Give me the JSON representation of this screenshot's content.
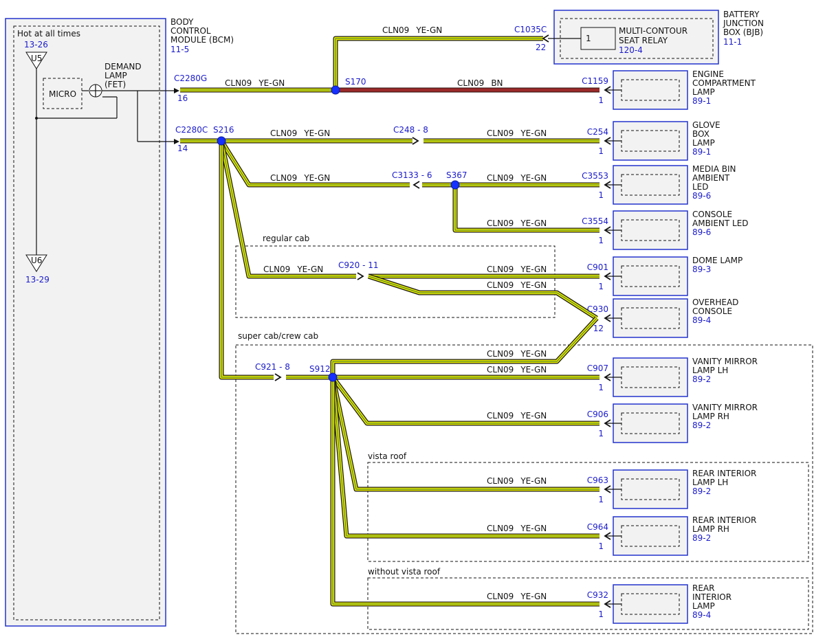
{
  "bcm": {
    "title_lines": [
      "BODY",
      "CONTROL",
      "MODULE (BCM)"
    ],
    "ref": "11-5",
    "hot": "Hot at all times",
    "u5": {
      "label": "U5",
      "ref": "13-26"
    },
    "u6": {
      "label": "U6",
      "ref": "13-29"
    },
    "micro": "MICRO",
    "demand_lines": [
      "DEMAND",
      "LAMP",
      "(FET)"
    ]
  },
  "bjb": {
    "title_lines": [
      "BATTERY",
      "JUNCTION",
      "BOX (BJB)"
    ],
    "ref": "11-1",
    "relay_lines": [
      "MULTI-CONTOUR",
      "SEAT RELAY"
    ],
    "relay_ref": "120-4",
    "relay_pin": "1",
    "connector": "C1035C",
    "pin": "22"
  },
  "wire": {
    "circuit": "CLN09",
    "color_ye": "YE-GN",
    "color_bn": "BN"
  },
  "colors": {
    "module_border": "#2233cc",
    "text_blue": "#1a1acc",
    "wire_yellow": "#e6e600",
    "wire_brown": "#9b2a2a",
    "splice": "#1530ff"
  },
  "connectors": {
    "c2280g": {
      "name": "C2280G",
      "pin": "16"
    },
    "c2280c": {
      "name": "C2280C",
      "pin": "14"
    },
    "c248": "C248 - 8",
    "c3133": "C3133 - 6",
    "c920": "C920 - 11",
    "c921": "C921 - 8"
  },
  "splices": {
    "s170": "S170",
    "s216": "S216",
    "s367": "S367",
    "s912": "S912"
  },
  "regions": {
    "regular_cab": "regular cab",
    "super_cab": "super cab/crew cab",
    "vista_roof": "vista roof",
    "without_vista": "without vista roof"
  },
  "loads": [
    {
      "connector": "C1159",
      "pin": "1",
      "lines": [
        "ENGINE",
        "COMPARTMENT",
        "LAMP"
      ],
      "ref": "89-1"
    },
    {
      "connector": "C254",
      "pin": "1",
      "lines": [
        "GLOVE",
        "BOX",
        "LAMP"
      ],
      "ref": "89-1"
    },
    {
      "connector": "C3553",
      "pin": "1",
      "lines": [
        "MEDIA BIN",
        "AMBIENT",
        "LED"
      ],
      "ref": "89-6"
    },
    {
      "connector": "C3554",
      "pin": "1",
      "lines": [
        "CONSOLE",
        "AMBIENT LED"
      ],
      "ref": "89-6"
    },
    {
      "connector": "C901",
      "pin": "1",
      "lines": [
        "DOME LAMP"
      ],
      "ref": "89-3"
    },
    {
      "connector": "C930",
      "pin": "12",
      "lines": [
        "OVERHEAD",
        "CONSOLE"
      ],
      "ref": "89-4"
    },
    {
      "connector": "C907",
      "pin": "1",
      "lines": [
        "VANITY MIRROR",
        "LAMP LH"
      ],
      "ref": "89-2"
    },
    {
      "connector": "C906",
      "pin": "1",
      "lines": [
        "VANITY MIRROR",
        "LAMP RH"
      ],
      "ref": "89-2"
    },
    {
      "connector": "C963",
      "pin": "1",
      "lines": [
        "REAR INTERIOR",
        "LAMP LH"
      ],
      "ref": "89-2"
    },
    {
      "connector": "C964",
      "pin": "1",
      "lines": [
        "REAR INTERIOR",
        "LAMP RH"
      ],
      "ref": "89-2"
    },
    {
      "connector": "C932",
      "pin": "1",
      "lines": [
        "REAR",
        "INTERIOR",
        "LAMP"
      ],
      "ref": "89-4"
    }
  ]
}
